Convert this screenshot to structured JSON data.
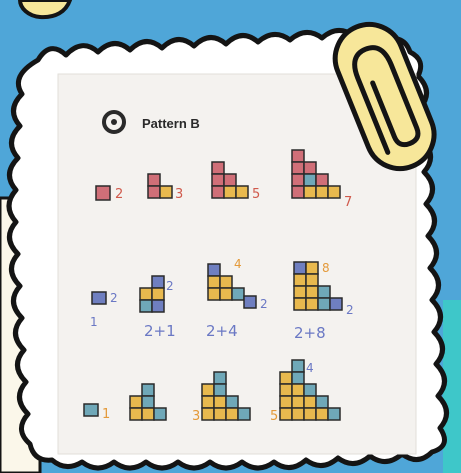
{
  "colors": {
    "sky_blue": "#4fa6d8",
    "paper_cream": "#fbf7ea",
    "frame_white": "#ffffff",
    "outline_black": "#141414",
    "clip_yellow": "#f7e79a",
    "teal_corner": "#3ec7c9",
    "square_red": "#d06f78",
    "square_yellow": "#e8b94e",
    "square_blue": "#6f7fc0",
    "square_teal": "#6fa8b8",
    "pencil_red": "#d05a4c",
    "pencil_orange": "#e49a3a",
    "pencil_blue": "#6a78c4"
  },
  "icons": {
    "header_icon": "circle-swirl-icon",
    "paperclip": "paperclip-icon"
  },
  "photo": {
    "heading": "Pattern B",
    "row1_labels": [
      "2",
      "3",
      "5",
      "7"
    ],
    "row2_side_labels": [
      "2",
      "2",
      "2",
      "2"
    ],
    "row2_sums": [
      "1",
      "2+1",
      "2+4",
      "2+8"
    ],
    "row2_top_labels": [
      "2",
      "4",
      "8"
    ],
    "row3_labels": [
      "1",
      "3",
      "5"
    ],
    "row3_top_label": "4"
  }
}
